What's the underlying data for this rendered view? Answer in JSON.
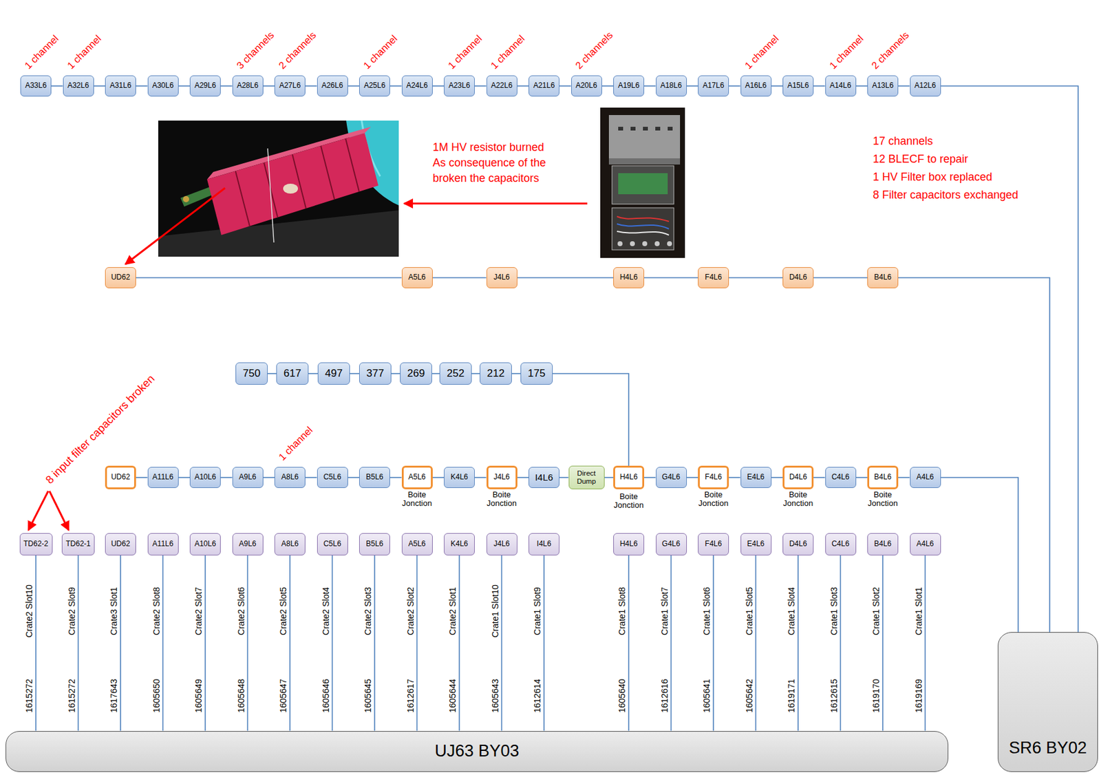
{
  "diagram": {
    "nodes": [
      {
        "text": [
          "A33L6"
        ]
      },
      {
        "text": [
          "A32L6"
        ]
      },
      {
        "text": [
          "A31L6"
        ]
      },
      {
        "text": [
          "A30L6"
        ]
      },
      {
        "text": [
          "A29L6"
        ]
      },
      {
        "text": [
          "A28L6"
        ]
      },
      {
        "text": [
          "A27L6"
        ]
      },
      {
        "text": [
          "A26L6"
        ]
      },
      {
        "text": [
          "A25L6"
        ]
      },
      {
        "text": [
          "A24L6"
        ]
      },
      {
        "text": [
          "A23L6"
        ]
      },
      {
        "text": [
          "A22L6"
        ]
      },
      {
        "text": [
          "A21L6"
        ]
      },
      {
        "text": [
          "A20L6"
        ]
      },
      {
        "text": [
          "A19L6"
        ]
      },
      {
        "text": [
          "A18L6"
        ]
      },
      {
        "text": [
          "A17L6"
        ]
      },
      {
        "text": [
          "A16L6"
        ]
      },
      {
        "text": [
          "A15L6"
        ]
      },
      {
        "text": [
          "A14L6"
        ]
      },
      {
        "text": [
          "A13L6"
        ]
      },
      {
        "text": [
          "A12L6"
        ]
      },
      {
        "text": [
          "UD62"
        ]
      },
      {
        "text": [
          "A5L6"
        ]
      },
      {
        "text": [
          "J4L6"
        ]
      },
      {
        "text": [
          "H4L6"
        ]
      },
      {
        "text": [
          "F4L6"
        ]
      },
      {
        "text": [
          "D4L6"
        ]
      },
      {
        "text": [
          "B4L6"
        ]
      },
      {
        "text": [
          "750"
        ]
      },
      {
        "text": [
          "617"
        ]
      },
      {
        "text": [
          "497"
        ]
      },
      {
        "text": [
          "377"
        ]
      },
      {
        "text": [
          "269"
        ]
      },
      {
        "text": [
          "252"
        ]
      },
      {
        "text": [
          "212"
        ]
      },
      {
        "text": [
          "175"
        ]
      },
      {
        "text": [
          "UD62"
        ]
      },
      {
        "text": [
          "A11L6"
        ]
      },
      {
        "text": [
          "A10L6"
        ]
      },
      {
        "text": [
          "A9L6"
        ]
      },
      {
        "text": [
          "A8L6"
        ]
      },
      {
        "text": [
          "C5L6"
        ]
      },
      {
        "text": [
          "B5L6"
        ]
      },
      {
        "text": [
          "A5L6"
        ]
      },
      {
        "text": [
          "K4L6"
        ]
      },
      {
        "text": [
          "J4L6"
        ]
      },
      {
        "text": [
          "I4L6"
        ]
      },
      {
        "text": [
          "Direct Dump"
        ]
      },
      {
        "text": [
          "H4L6"
        ]
      },
      {
        "text": [
          "G4L6"
        ]
      },
      {
        "text": [
          "F4L6"
        ]
      },
      {
        "text": [
          "E4L6"
        ]
      },
      {
        "text": [
          "D4L6"
        ]
      },
      {
        "text": [
          "C4L6"
        ]
      },
      {
        "text": [
          "B4L6"
        ]
      },
      {
        "text": [
          "A4L6"
        ]
      },
      {
        "text": [
          "TD62-2"
        ]
      },
      {
        "text": [
          "TD62-1"
        ]
      },
      {
        "text": [
          "UD62"
        ]
      },
      {
        "text": [
          "A11L6"
        ]
      },
      {
        "text": [
          "A10L6"
        ]
      },
      {
        "text": [
          "A9L6"
        ]
      },
      {
        "text": [
          "A8L6"
        ]
      },
      {
        "text": [
          "C5L6"
        ]
      },
      {
        "text": [
          "B5L6"
        ]
      },
      {
        "text": [
          "A5L6"
        ]
      },
      {
        "text": [
          "K4L6"
        ]
      },
      {
        "text": [
          "J4L6"
        ]
      },
      {
        "text": [
          "I4L6"
        ]
      },
      {
        "text": [
          "H4L6"
        ]
      },
      {
        "text": [
          "G4L6"
        ]
      },
      {
        "text": [
          "F4L6"
        ]
      },
      {
        "text": [
          "E4L6"
        ]
      },
      {
        "text": [
          "D4L6"
        ]
      },
      {
        "text": [
          "C4L6"
        ]
      },
      {
        "text": [
          "B4L6"
        ]
      },
      {
        "text": [
          "A4L6"
        ]
      },
      {
        "text": [
          "UJ63 BY03"
        ]
      },
      {
        "text": [
          "SR6 BY02"
        ]
      }
    ],
    "edges": [
      {
        "from": 0,
        "to": 1,
        "arrow": "none"
      },
      {
        "from": 1,
        "to": 2,
        "arrow": "none"
      },
      {
        "from": 2,
        "to": 3,
        "arrow": "none"
      },
      {
        "from": 3,
        "to": 4,
        "arrow": "none"
      },
      {
        "from": 4,
        "to": 5,
        "arrow": "none"
      },
      {
        "from": 5,
        "to": 6,
        "arrow": "none"
      },
      {
        "from": 6,
        "to": 7,
        "arrow": "none"
      },
      {
        "from": 7,
        "to": 8,
        "arrow": "none"
      },
      {
        "from": 8,
        "to": 9,
        "arrow": "none"
      },
      {
        "from": 9,
        "to": 10,
        "arrow": "none"
      },
      {
        "from": 10,
        "to": 11,
        "arrow": "none"
      },
      {
        "from": 11,
        "to": 12,
        "arrow": "none"
      },
      {
        "from": 12,
        "to": 13,
        "arrow": "none"
      },
      {
        "from": 13,
        "to": 14,
        "arrow": "none"
      },
      {
        "from": 14,
        "to": 15,
        "arrow": "none"
      },
      {
        "from": 15,
        "to": 16,
        "arrow": "none"
      },
      {
        "from": 16,
        "to": 17,
        "arrow": "none"
      },
      {
        "from": 17,
        "to": 18,
        "arrow": "none"
      },
      {
        "from": 18,
        "to": 19,
        "arrow": "none"
      },
      {
        "from": 19,
        "to": 20,
        "arrow": "none"
      },
      {
        "from": 20,
        "to": 21,
        "arrow": "none"
      },
      {
        "from": 21,
        "to": 79,
        "arrow": "none"
      },
      {
        "from": 22,
        "to": 23,
        "arrow": "none"
      },
      {
        "from": 23,
        "to": 24,
        "arrow": "none"
      },
      {
        "from": 24,
        "to": 25,
        "arrow": "none"
      },
      {
        "from": 25,
        "to": 26,
        "arrow": "none"
      },
      {
        "from": 26,
        "to": 27,
        "arrow": "none"
      },
      {
        "from": 27,
        "to": 28,
        "arrow": "none"
      },
      {
        "from": 28,
        "to": 79,
        "arrow": "none"
      },
      {
        "from": 29,
        "to": 30,
        "arrow": "none"
      },
      {
        "from": 30,
        "to": 31,
        "arrow": "none"
      },
      {
        "from": 31,
        "to": 32,
        "arrow": "none"
      },
      {
        "from": 32,
        "to": 33,
        "arrow": "none"
      },
      {
        "from": 33,
        "to": 34,
        "arrow": "none"
      },
      {
        "from": 34,
        "to": 35,
        "arrow": "none"
      },
      {
        "from": 35,
        "to": 36,
        "arrow": "none"
      },
      {
        "from": 36,
        "to": 49,
        "arrow": "none"
      },
      {
        "from": 37,
        "to": 38,
        "arrow": "none"
      },
      {
        "from": 38,
        "to": 39,
        "arrow": "none"
      },
      {
        "from": 39,
        "to": 40,
        "arrow": "none"
      },
      {
        "from": 40,
        "to": 41,
        "arrow": "none"
      },
      {
        "from": 41,
        "to": 42,
        "arrow": "none"
      },
      {
        "from": 42,
        "to": 43,
        "arrow": "none"
      },
      {
        "from": 43,
        "to": 44,
        "arrow": "none"
      },
      {
        "from": 44,
        "to": 45,
        "arrow": "none"
      },
      {
        "from": 45,
        "to": 46,
        "arrow": "none"
      },
      {
        "from": 46,
        "to": 47,
        "arrow": "none"
      },
      {
        "from": 47,
        "to": 48,
        "arrow": "none"
      },
      {
        "from": 48,
        "to": 49,
        "arrow": "none"
      },
      {
        "from": 49,
        "to": 50,
        "arrow": "none"
      },
      {
        "from": 50,
        "to": 51,
        "arrow": "none"
      },
      {
        "from": 51,
        "to": 52,
        "arrow": "none"
      },
      {
        "from": 52,
        "to": 53,
        "arrow": "none"
      },
      {
        "from": 53,
        "to": 54,
        "arrow": "none"
      },
      {
        "from": 54,
        "to": 55,
        "arrow": "none"
      },
      {
        "from": 55,
        "to": 56,
        "arrow": "none"
      },
      {
        "from": 56,
        "to": 79,
        "arrow": "none"
      },
      {
        "from": 57,
        "to": 78,
        "label": "Crate2 Slot10",
        "arrow": "none"
      },
      {
        "from": 58,
        "to": 78,
        "label": "Crate2 Slot9",
        "arrow": "none"
      },
      {
        "from": 59,
        "to": 78,
        "label": "Crate3 Slot1",
        "arrow": "none"
      },
      {
        "from": 60,
        "to": 78,
        "label": "Crate2 Slot8",
        "arrow": "none"
      },
      {
        "from": 61,
        "to": 78,
        "label": "Crate2 Slot7",
        "arrow": "none"
      },
      {
        "from": 62,
        "to": 78,
        "label": "Crate2 Slot6",
        "arrow": "none"
      },
      {
        "from": 63,
        "to": 78,
        "label": "Crate2 Slot5",
        "arrow": "none"
      },
      {
        "from": 64,
        "to": 78,
        "label": "Crate2 Slot4",
        "arrow": "none"
      },
      {
        "from": 65,
        "to": 78,
        "label": "Crate2 Slot3",
        "arrow": "none"
      },
      {
        "from": 66,
        "to": 78,
        "label": "Crate2 Slot2",
        "arrow": "none"
      },
      {
        "from": 67,
        "to": 78,
        "label": "Crate2 Slot1",
        "arrow": "none"
      },
      {
        "from": 68,
        "to": 78,
        "label": "Crate1 Slot10",
        "arrow": "none"
      },
      {
        "from": 69,
        "to": 78,
        "label": "Crate1 Slot9",
        "arrow": "none"
      },
      {
        "from": 70,
        "to": 78,
        "label": "Crate1 Slot8",
        "arrow": "none"
      },
      {
        "from": 71,
        "to": 78,
        "label": "Crate1 Slot7",
        "arrow": "none"
      },
      {
        "from": 72,
        "to": 78,
        "label": "Crate1 Slot6",
        "arrow": "none"
      },
      {
        "from": 73,
        "to": 78,
        "label": "Crate1 Slot5",
        "arrow": "none"
      },
      {
        "from": 74,
        "to": 78,
        "label": "Crate1 Slot4",
        "arrow": "none"
      },
      {
        "from": 75,
        "to": 78,
        "label": "Crate1 Slot3",
        "arrow": "none"
      },
      {
        "from": 76,
        "to": 78,
        "label": "Crate1 Slot2",
        "arrow": "none"
      },
      {
        "from": 77,
        "to": 78,
        "label": "Crate1 Slot1",
        "arrow": "none"
      }
    ],
    "labels": [
      "1 channel",
      "1 channel",
      "3 channels",
      "2 channels",
      "1 channel",
      "1 channel",
      "1 channel",
      "2 channels",
      "1 channel",
      "1 channel",
      "2 channels",
      "1M HV resistor burned As consequence of the broken the capacitors",
      "17 channels",
      "12 BLECF to repair",
      "1 HV Filter box replaced",
      "8 Filter capacitors exchanged",
      "8 input filter capacitors broken",
      "1 channel",
      "Boite Jonction",
      "Boite Jonction",
      "Boite Jonction",
      "Boite Jonction",
      "Boite Jonction",
      "Boite Jonction",
      "1615272",
      "1615272",
      "1617643",
      "1605650",
      "1605649",
      "1605648",
      "1605647",
      "1605646",
      "1605645",
      "1612617",
      "1605644",
      "1605643",
      "1612614",
      "1605640",
      "1612616",
      "1605641",
      "1605642",
      "1619171",
      "1612615",
      "1619170",
      "1619169"
    ]
  }
}
